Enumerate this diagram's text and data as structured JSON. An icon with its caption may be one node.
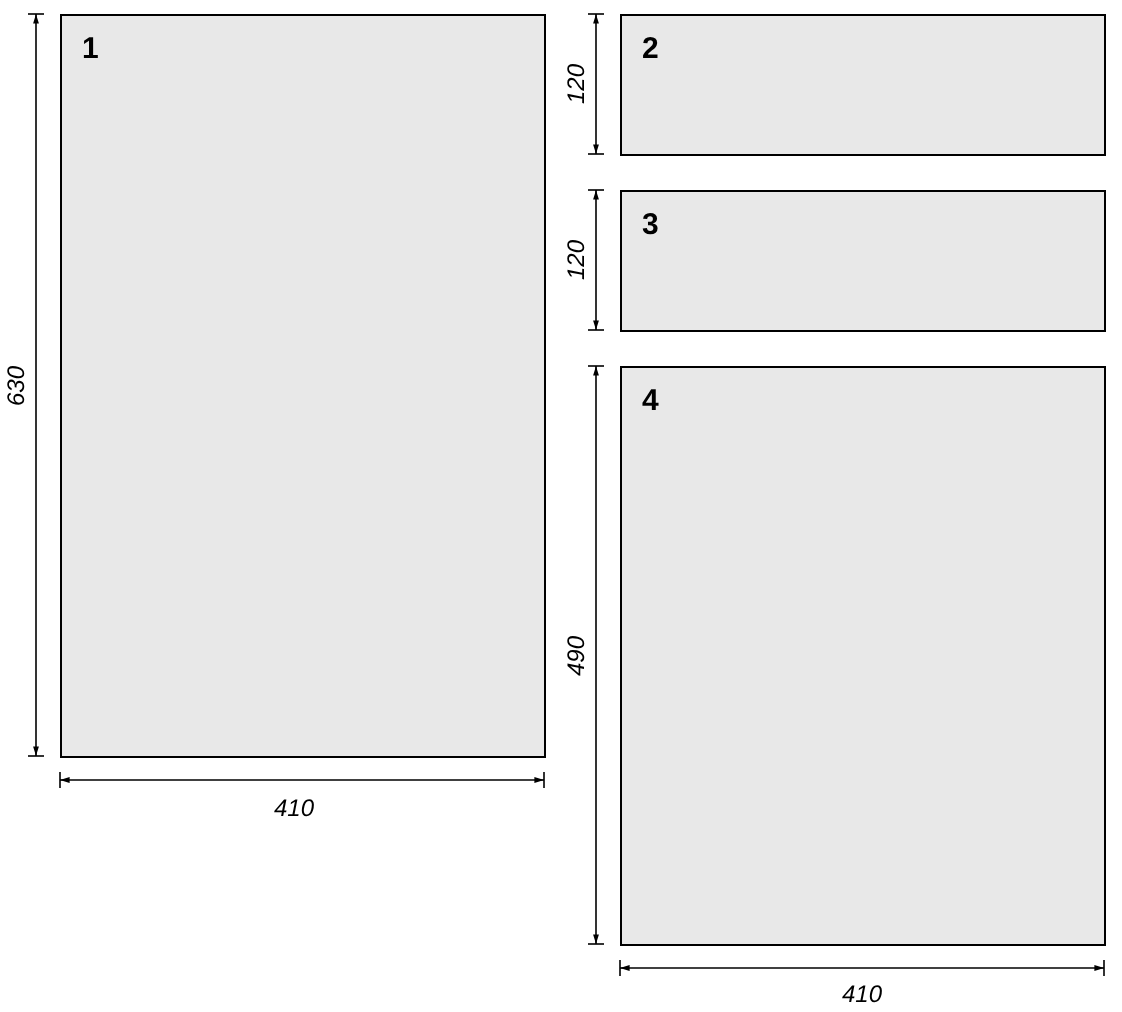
{
  "diagram": {
    "nodes": [
      {
        "text": [
          "1"
        ]
      },
      {
        "text": [
          "2"
        ]
      },
      {
        "text": [
          "3"
        ]
      },
      {
        "text": [
          "4"
        ]
      }
    ],
    "labels": [
      "630",
      "120",
      "120",
      "490",
      "410",
      "410"
    ]
  }
}
